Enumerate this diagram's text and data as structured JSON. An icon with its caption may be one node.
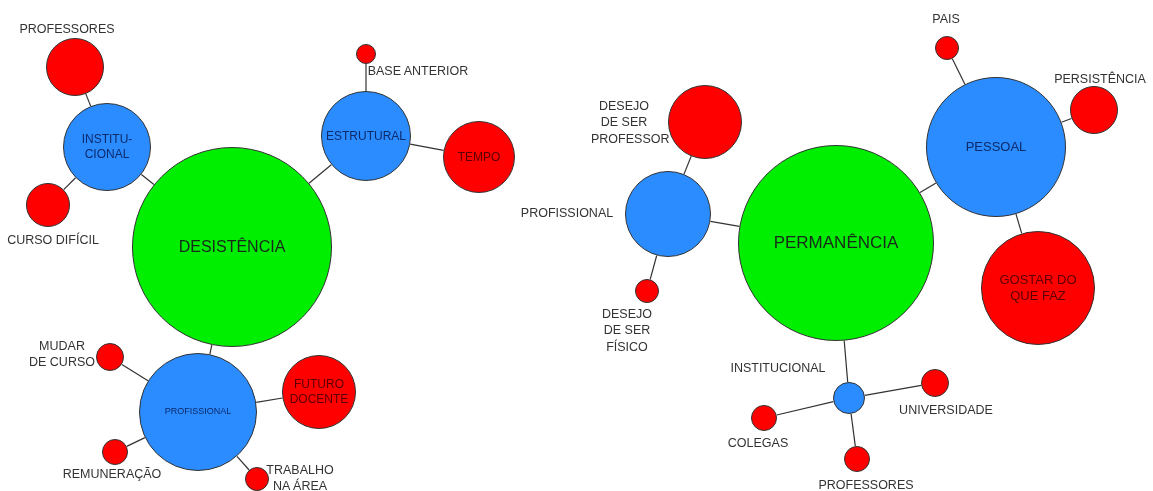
{
  "diagram": {
    "nodes": [
      {
        "text": [
          "DESISTÊNCIA"
        ]
      },
      {
        "text": [
          "INSTITU- CIONAL"
        ]
      },
      {
        "text": [],
        "shape": "circle",
        "beside": [
          "PROFESSORES"
        ]
      },
      {
        "text": [],
        "shape": "circle",
        "beside": [
          "CURSO DIFÍCIL"
        ]
      },
      {
        "text": [
          "ESTRUTURAL"
        ]
      },
      {
        "text": [],
        "shape": "circle",
        "beside": [
          "BASE ANTERIOR"
        ]
      },
      {
        "text": [
          "TEMPO"
        ]
      },
      {
        "text": [
          "PROFISSIONAL"
        ]
      },
      {
        "text": [],
        "shape": "circle",
        "beside": [
          "MUDAR DE CURSO"
        ]
      },
      {
        "text": [],
        "shape": "circle",
        "beside": [
          "REMUNERAÇÃO"
        ]
      },
      {
        "text": [
          "FUTURO DOCENTE"
        ]
      },
      {
        "text": [],
        "shape": "circle",
        "beside": [
          "TRABALHO NA ÁREA"
        ]
      },
      {
        "text": [
          "PERMANÊNCIA"
        ]
      },
      {
        "text": [],
        "shape": "circle",
        "beside": [
          "PROFISSIONAL"
        ]
      },
      {
        "text": [],
        "shape": "circle",
        "beside": [
          "DESEJO DE SER PROFESSOR"
        ]
      },
      {
        "text": [],
        "shape": "circle",
        "beside": [
          "DESEJO DE SER FÍSICO"
        ]
      },
      {
        "text": [
          "PESSOAL"
        ]
      },
      {
        "text": [],
        "shape": "circle",
        "beside": [
          "PAIS"
        ]
      },
      {
        "text": [],
        "shape": "circle",
        "beside": [
          "PERSISTÊNCIA"
        ]
      },
      {
        "text": [
          "GOSTAR DO QUE FAZ"
        ]
      },
      {
        "text": [],
        "shape": "circle",
        "beside": [
          "INSTITUCIONAL"
        ]
      },
      {
        "text": [],
        "shape": "circle",
        "beside": [
          "UNIVERSIDADE"
        ]
      },
      {
        "text": [],
        "shape": "circle",
        "beside": [
          "COLEGAS"
        ]
      },
      {
        "text": [],
        "shape": "circle",
        "beside": [
          "PROFESSORES"
        ]
      }
    ],
    "edges": [
      {
        "from": 0,
        "to": 1,
        "arrow": "none"
      },
      {
        "from": 1,
        "to": 2,
        "arrow": "none"
      },
      {
        "from": 1,
        "to": 3,
        "arrow": "none"
      },
      {
        "from": 0,
        "to": 4,
        "arrow": "none"
      },
      {
        "from": 4,
        "to": 5,
        "arrow": "none"
      },
      {
        "from": 4,
        "to": 6,
        "arrow": "none"
      },
      {
        "from": 0,
        "to": 7,
        "arrow": "none"
      },
      {
        "from": 7,
        "to": 8,
        "arrow": "none"
      },
      {
        "from": 7,
        "to": 9,
        "arrow": "none"
      },
      {
        "from": 7,
        "to": 10,
        "arrow": "none"
      },
      {
        "from": 7,
        "to": 11,
        "arrow": "none"
      },
      {
        "from": 12,
        "to": 13,
        "arrow": "none"
      },
      {
        "from": 13,
        "to": 14,
        "arrow": "none"
      },
      {
        "from": 13,
        "to": 15,
        "arrow": "none"
      },
      {
        "from": 12,
        "to": 16,
        "arrow": "none"
      },
      {
        "from": 16,
        "to": 17,
        "arrow": "none"
      },
      {
        "from": 16,
        "to": 18,
        "arrow": "none"
      },
      {
        "from": 16,
        "to": 19,
        "arrow": "none"
      },
      {
        "from": 12,
        "to": 20,
        "arrow": "none"
      },
      {
        "from": 20,
        "to": 21,
        "arrow": "none"
      },
      {
        "from": 20,
        "to": 22,
        "arrow": "none"
      },
      {
        "from": 20,
        "to": 23,
        "arrow": "none"
      }
    ]
  }
}
